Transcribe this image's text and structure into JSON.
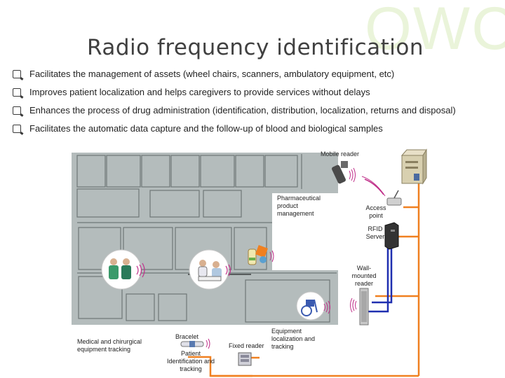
{
  "watermark": "OWC",
  "title": "Radio frequency identification",
  "bullets": [
    "Facilitates the management of assets (wheel chairs, scanners, ambulatory  equipment, etc)",
    "Improves patient localization and helps caregivers to provide services without delays",
    "Enhances the process of drug administration (identification, distribution, localization, returns and disposal)",
    "Facilitates the automatic data capture and the follow-up of blood and biological samples"
  ],
  "diagram": {
    "mobile_reader": "Mobile reader",
    "pharma_line1": "Pharmaceutical",
    "pharma_line2": "product",
    "pharma_line3": "management",
    "access_line1": "Access",
    "access_line2": "point",
    "rfid_line1": "RFID",
    "rfid_line2": "Server",
    "wall_line1": "Wall-",
    "wall_line2": "mounted",
    "wall_line3": "reader",
    "medical_line1": "Medical and chirurgical",
    "medical_line2": "equipment tracking",
    "bracelet": "Bracelet",
    "patient_line1": "Patient",
    "patient_line2": "Identification and",
    "patient_line3": "tracking",
    "fixed_reader": "Fixed reader",
    "equip_line1": "Equipment",
    "equip_line2": "localization and",
    "equip_line3": "tracking"
  },
  "colors": {
    "network_orange": "#f08020",
    "network_blue": "#1f2fb0",
    "signal_magenta": "#c0308a",
    "floor_gray": "#b4bcbc"
  }
}
